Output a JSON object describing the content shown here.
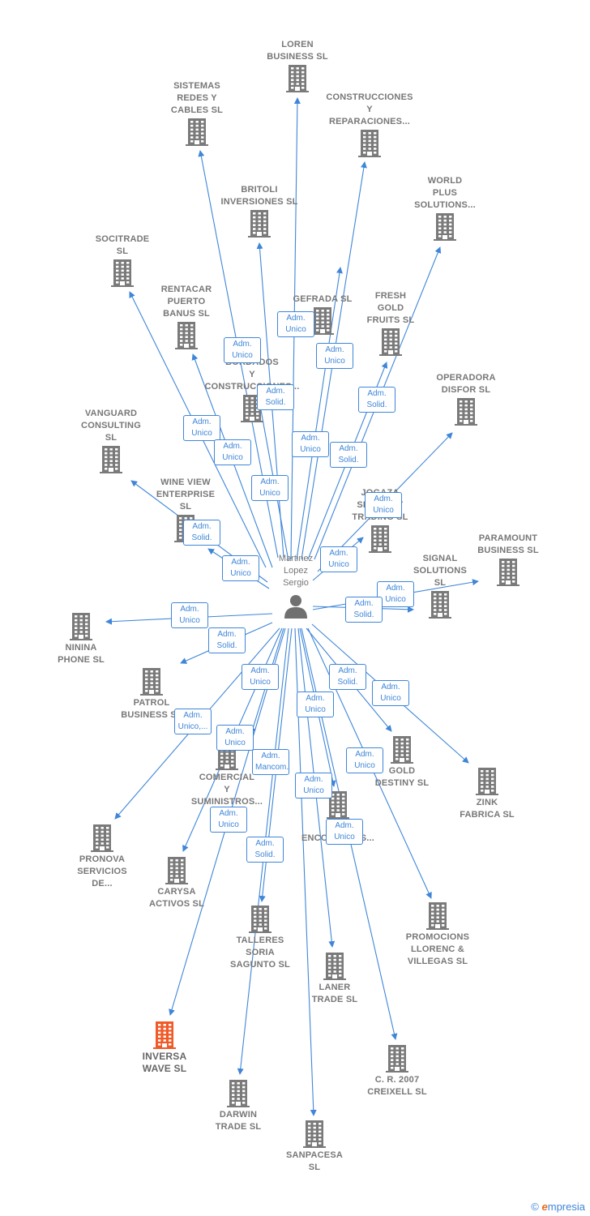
{
  "center": {
    "label": "Martinez\nLopez\nSergio",
    "icon": "person-icon"
  },
  "colors": {
    "edge": "#3f86d8",
    "building": "#7a7a7a",
    "highlight": "#f05a28"
  },
  "nodes": [
    {
      "id": "loren",
      "label": "LOREN\nBUSINESS  SL",
      "highlight": false
    },
    {
      "id": "sistemas",
      "label": "SISTEMAS\nREDES Y\nCABLES  SL",
      "highlight": false
    },
    {
      "id": "construcciones",
      "label": "CONSTRUCCIONES\nY\nREPARACIONES...",
      "highlight": false
    },
    {
      "id": "britoli",
      "label": "BRITOLI\nINVERSIONES SL",
      "highlight": false
    },
    {
      "id": "world",
      "label": "WORLD\nPLUS\nSOLUTIONS...",
      "highlight": false
    },
    {
      "id": "socitrade",
      "label": "SOCITRADE\nSL",
      "highlight": false
    },
    {
      "id": "rentacar",
      "label": "RENTACAR\nPUERTO\nBANUS SL",
      "highlight": false
    },
    {
      "id": "gefrada",
      "label": "GEFRADA SL",
      "highlight": false
    },
    {
      "id": "fresh",
      "label": "FRESH\nGOLD\nFRUITS  SL",
      "highlight": false
    },
    {
      "id": "bordados",
      "label": "BORDADOS\nY\nCONSTRUCCIONES...",
      "highlight": false
    },
    {
      "id": "operadora",
      "label": "OPERADORA\nDISFOR  SL",
      "highlight": false
    },
    {
      "id": "vanguard",
      "label": "VANGUARD\nCONSULTING\nSL",
      "highlight": false
    },
    {
      "id": "winview",
      "label": "WINE VIEW\nENTERPRISE\nSL",
      "highlight": false
    },
    {
      "id": "jogaza",
      "label": "JOGAZA\nSECURITY\nTRADING SL",
      "highlight": false
    },
    {
      "id": "paramount",
      "label": "PARAMOUNT\nBUSINESS SL",
      "highlight": false
    },
    {
      "id": "signal",
      "label": "SIGNAL\nSOLUTIONS\nSL",
      "highlight": false
    },
    {
      "id": "ninina",
      "label": "NININA\nPHONE  SL",
      "highlight": false
    },
    {
      "id": "patrol",
      "label": "PATROL\nBUSINESS  SL",
      "highlight": false
    },
    {
      "id": "comercial",
      "label": "COMERCIAL\nY\nSUMINISTROS...",
      "highlight": false
    },
    {
      "id": "gold",
      "label": "GOLD\nDESTINY  SL",
      "highlight": false
    },
    {
      "id": "zink",
      "label": "ZINK\nFABRICA SL",
      "highlight": false
    },
    {
      "id": "mo",
      "label": "MO\nENCOFRADOS...",
      "highlight": false
    },
    {
      "id": "pronova",
      "label": "PRONOVA\nSERVICIOS\nDE...",
      "highlight": false
    },
    {
      "id": "carysa",
      "label": "CARYSA\nACTIVOS  SL",
      "highlight": false
    },
    {
      "id": "talleres",
      "label": "TALLERES\nSORIA\nSAGUNTO  SL",
      "highlight": false
    },
    {
      "id": "promociones",
      "label": "PROMOCIONS\nLLORENC &\nVILLEGAS SL",
      "highlight": false
    },
    {
      "id": "laner",
      "label": "LANER\nTRADE  SL",
      "highlight": false
    },
    {
      "id": "inversa",
      "label": "INVERSA\nWAVE  SL",
      "highlight": true
    },
    {
      "id": "creixell",
      "label": "C. R. 2007\nCREIXELL SL",
      "highlight": false
    },
    {
      "id": "darwin",
      "label": "DARWIN\nTRADE  SL",
      "highlight": false
    },
    {
      "id": "sanpacesa",
      "label": "SANPACESA\nSL",
      "highlight": false
    }
  ],
  "badges": [
    {
      "id": "b1",
      "text": "Adm.\nUnico"
    },
    {
      "id": "b2",
      "text": "Adm.\nUnico"
    },
    {
      "id": "b3",
      "text": "Adm.\nUnico"
    },
    {
      "id": "b4",
      "text": "Adm.\nSolid."
    },
    {
      "id": "b5",
      "text": "Adm.\nSolid."
    },
    {
      "id": "b6",
      "text": "Adm.\nUnico"
    },
    {
      "id": "b7",
      "text": "Adm.\nUnico"
    },
    {
      "id": "b8",
      "text": "Adm.\nUnico"
    },
    {
      "id": "b9",
      "text": "Adm.\nSolid."
    },
    {
      "id": "b10",
      "text": "Adm.\nUnico"
    },
    {
      "id": "b11",
      "text": "Adm.\nUnico"
    },
    {
      "id": "b12",
      "text": "Adm.\nSolid."
    },
    {
      "id": "b13",
      "text": "Adm.\nUnico"
    },
    {
      "id": "b14",
      "text": "Adm.\nUnico"
    },
    {
      "id": "b15",
      "text": "Adm.\nUnico"
    },
    {
      "id": "b16",
      "text": "Adm.\nSolid."
    },
    {
      "id": "b17",
      "text": "Adm.\nUnico"
    },
    {
      "id": "b18",
      "text": "Adm.\nSolid."
    },
    {
      "id": "b19",
      "text": "Adm.\nUnico"
    },
    {
      "id": "b20",
      "text": "Adm.\nSolid."
    },
    {
      "id": "b21",
      "text": "Adm.\nUnico"
    },
    {
      "id": "b22",
      "text": "Adm.\nUnico"
    },
    {
      "id": "b23",
      "text": "Adm.\nUnico,..."
    },
    {
      "id": "b24",
      "text": "Adm.\nUnico"
    },
    {
      "id": "b25",
      "text": "Adm.\nMancom."
    },
    {
      "id": "b26",
      "text": "Adm.\nUnico"
    },
    {
      "id": "b27",
      "text": "Adm.\nUnico"
    },
    {
      "id": "b28",
      "text": "Adm.\nUnico"
    },
    {
      "id": "b29",
      "text": "Adm.\nUnico"
    },
    {
      "id": "b30",
      "text": "Adm.\nSolid."
    }
  ],
  "brand": {
    "copyright": "©",
    "name_initial": "e",
    "name_rest": "mpresia"
  }
}
